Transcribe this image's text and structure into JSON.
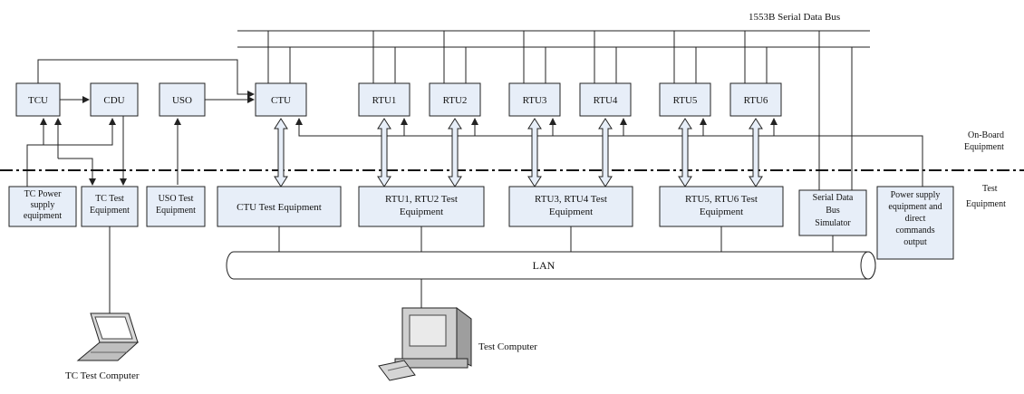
{
  "bus_label": "1553B Serial Data Bus",
  "onboard_label": [
    "On-Board",
    "Equipment"
  ],
  "test_label": [
    "Test",
    "Equipment"
  ],
  "onboard_units": {
    "tcu": "TCU",
    "cdu": "CDU",
    "uso": "USO",
    "ctu": "CTU",
    "rtu1": "RTU1",
    "rtu2": "RTU2",
    "rtu3": "RTU3",
    "rtu4": "RTU4",
    "rtu5": "RTU5",
    "rtu6": "RTU6"
  },
  "test_units": {
    "tc_power": [
      "TC Power",
      "supply",
      "equipment"
    ],
    "tc_test": [
      "TC Test",
      "Equipment"
    ],
    "uso_test": [
      "USO Test",
      "Equipment"
    ],
    "ctu_test": [
      "CTU Test Equipment"
    ],
    "rtu12_test": [
      "RTU1, RTU2 Test",
      "Equipment"
    ],
    "rtu34_test": [
      "RTU3, RTU4 Test",
      "Equipment"
    ],
    "rtu56_test": [
      "RTU5, RTU6 Test",
      "Equipment"
    ],
    "bus_sim": [
      "Serial Data",
      "Bus",
      "Simulator"
    ],
    "power_direct": [
      "Power supply",
      "equipment and",
      "direct",
      "commands",
      "output"
    ]
  },
  "lan_label": "LAN",
  "tc_test_computer": "TC Test Computer",
  "test_computer": "Test Computer"
}
